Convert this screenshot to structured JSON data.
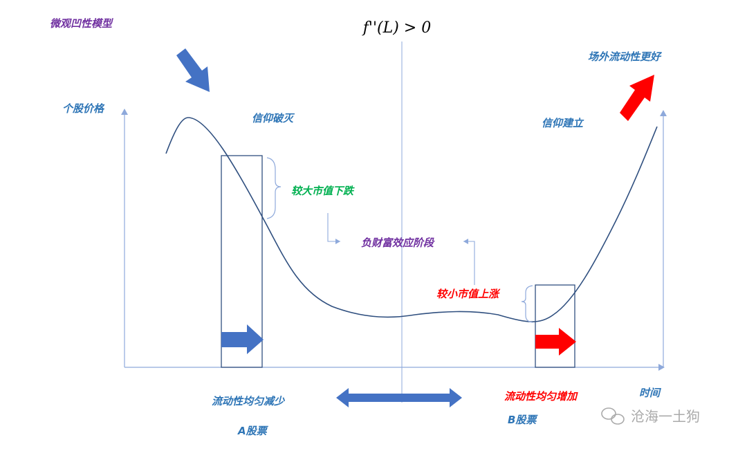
{
  "title": "微观凹性模型",
  "formula": "f''(L) > 0",
  "axes": {
    "y_label": "个股价格",
    "x_label": "时间"
  },
  "labels": {
    "belief_broken": "信仰破灭",
    "belief_built": "信仰建立",
    "large_cap_down": "较大市值下跌",
    "negative_wealth": "负财富效应阶段",
    "small_cap_up": "较小市值上涨",
    "offsite_liquidity": "场外流动性更好",
    "liquidity_decrease": "流动性均匀减少",
    "liquidity_increase": "流动性均匀增加",
    "stock_a": "A股票",
    "stock_b": "B股票"
  },
  "watermark": "沧海一土狗",
  "colors": {
    "blue_text": "#2E75B6",
    "purple_text": "#7030A0",
    "green_text": "#00B050",
    "red": "#FF0000",
    "arrow_blue": "#4472C4",
    "curve": "#2F4F7F",
    "axis": "#8EA9DB",
    "box": "#2F4F7F",
    "watermark_gray": "#AAAAAA"
  }
}
